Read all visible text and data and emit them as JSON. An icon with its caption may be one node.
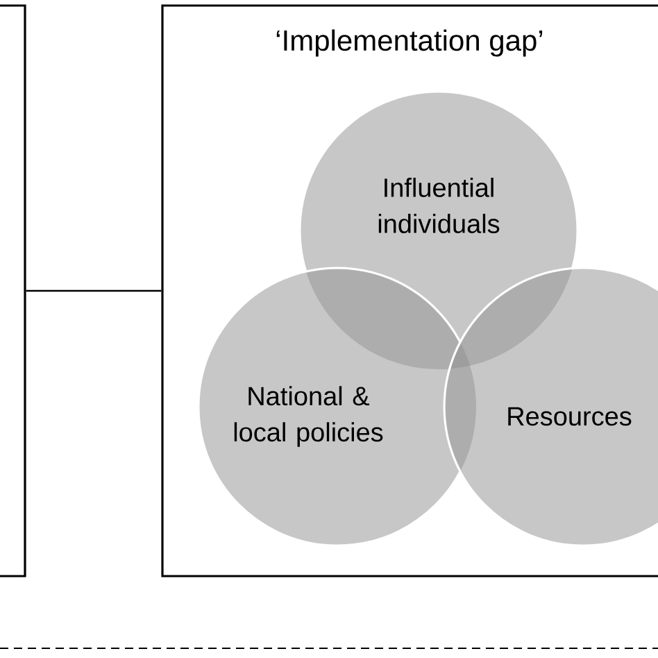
{
  "diagram": {
    "nodes": [
      {
        "text": [],
        "shape": "box"
      },
      {
        "text": [
          "‘Implementation gap’"
        ]
      },
      {
        "text": [
          "Influential individuals"
        ],
        "in": 1
      },
      {
        "text": [
          "National & local policies"
        ],
        "in": 1
      },
      {
        "text": [
          "Resources"
        ],
        "in": 1
      }
    ],
    "edges": [
      {
        "from": 0,
        "to": 1,
        "arrow": "none"
      }
    ]
  }
}
